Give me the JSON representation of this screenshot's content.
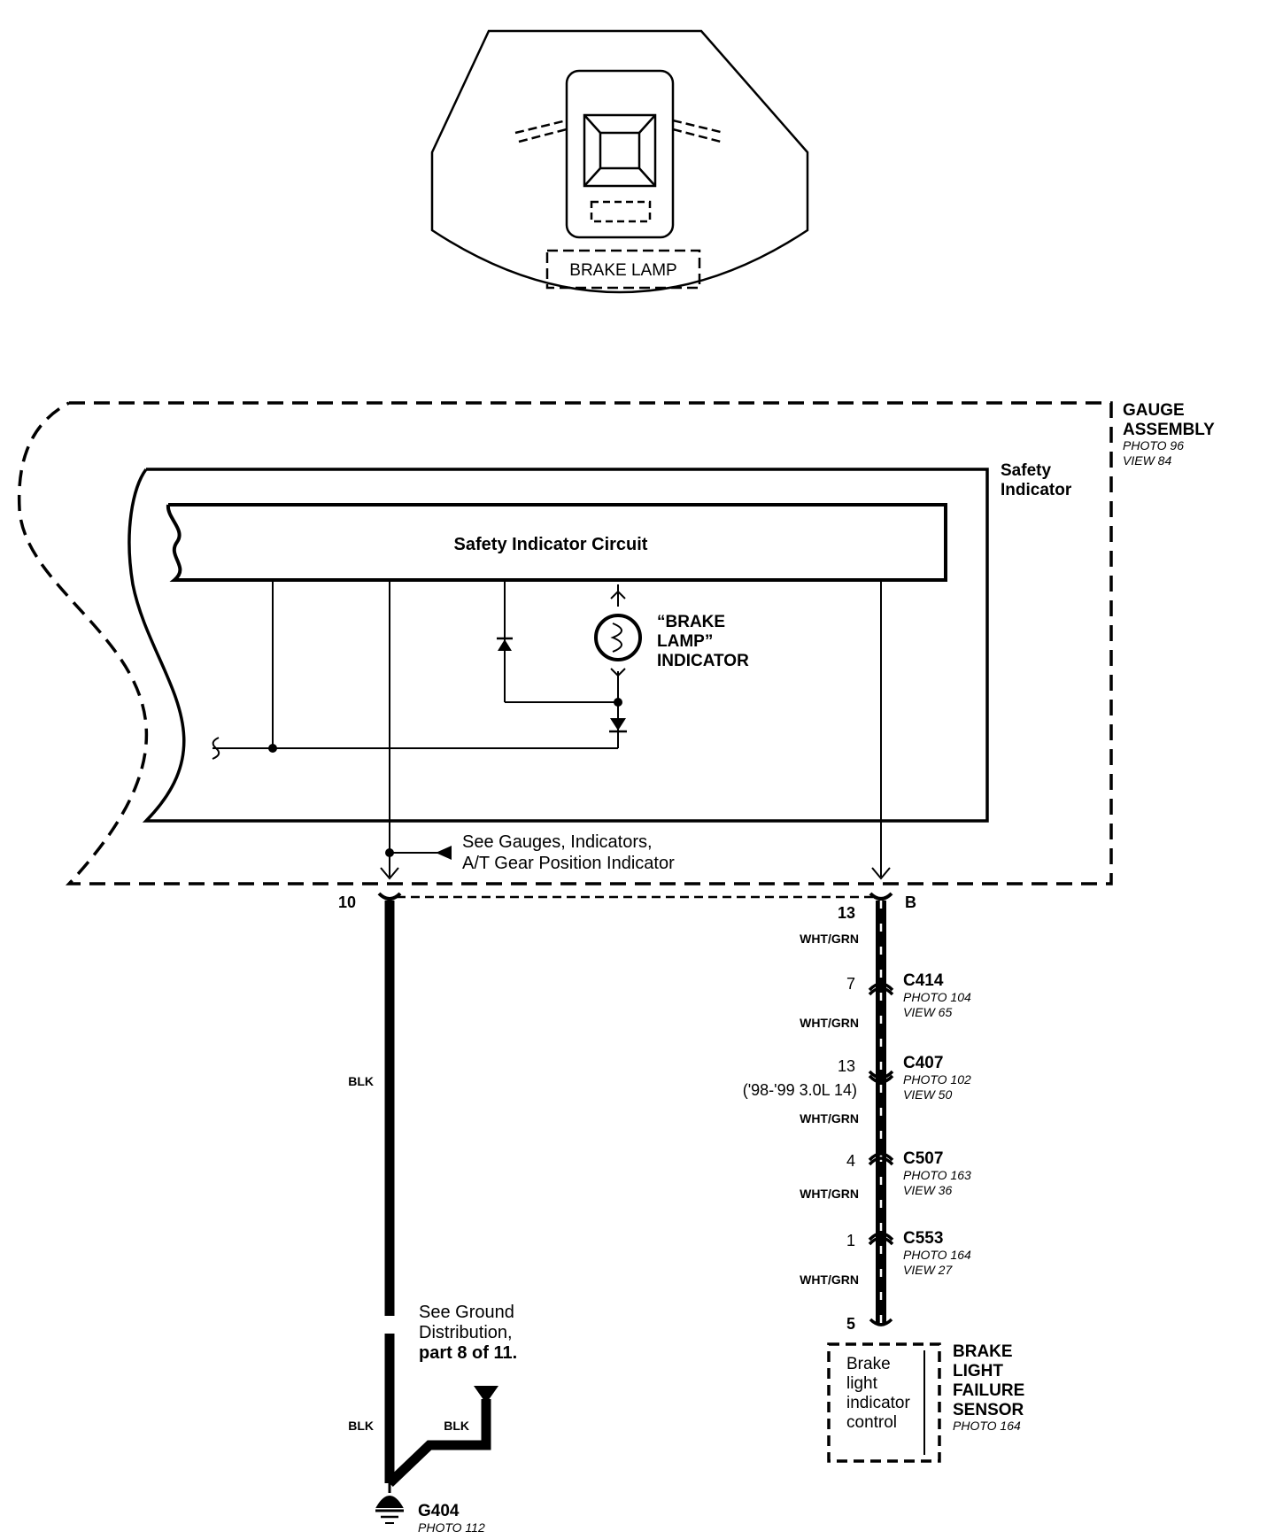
{
  "brake_lamp_label": "BRAKE LAMP",
  "gauge_assembly": {
    "title_line1": "GAUGE",
    "title_line2": "ASSEMBLY",
    "photo": "PHOTO 96",
    "view": "VIEW 84"
  },
  "safety_indicator": {
    "title_line1": "Safety",
    "title_line2": "Indicator",
    "circuit_label": "Safety Indicator Circuit"
  },
  "brake_lamp_indicator": {
    "line1": "“BRAKE",
    "line2": "LAMP”",
    "line3": "INDICATOR"
  },
  "see_gauges": {
    "line1": "See Gauges, Indicators,",
    "line2": "A/T Gear Position Indicator"
  },
  "terminals": {
    "left_pin": "10",
    "right_pin": "13",
    "right_connector": "B"
  },
  "wires": {
    "blk": "BLK",
    "wht_grn": "WHT/GRN"
  },
  "connectors": [
    {
      "pin": "7",
      "name": "C414",
      "photo": "PHOTO 104",
      "view": "VIEW 65"
    },
    {
      "pin": "13",
      "pin_note": "('98-'99 3.0L 14)",
      "name": "C407",
      "photo": "PHOTO 102",
      "view": "VIEW 50"
    },
    {
      "pin": "4",
      "name": "C507",
      "photo": "PHOTO 163",
      "view": "VIEW 36"
    },
    {
      "pin": "1",
      "name": "C553",
      "photo": "PHOTO 164",
      "view": "VIEW 27"
    }
  ],
  "sensor": {
    "pin": "5",
    "title_line1": "BRAKE",
    "title_line2": "LIGHT",
    "title_line3": "FAILURE",
    "title_line4": "SENSOR",
    "photo": "PHOTO 164",
    "control_line1": "Brake",
    "control_line2": "light",
    "control_line3": "indicator",
    "control_line4": "control"
  },
  "ground_ref": {
    "line1": "See Ground",
    "line2": "Distribution,",
    "line3": "part 8 of 11."
  },
  "ground": {
    "name": "G404",
    "photo": "PHOTO 112"
  }
}
